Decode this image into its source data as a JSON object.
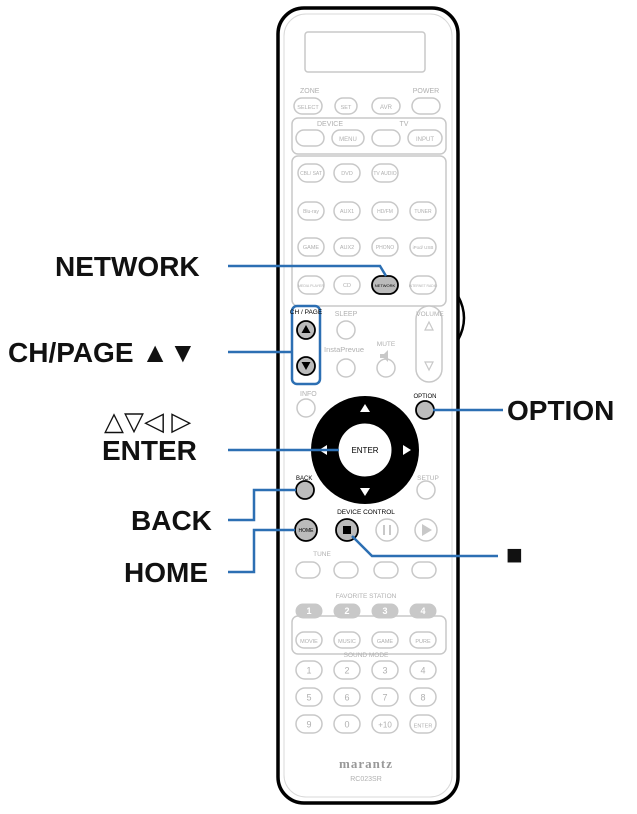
{
  "callouts": {
    "network": "NETWORK",
    "ch_page": "CH/PAGE ▲▼",
    "arrows": "△▽◁ ▷",
    "enter": "ENTER",
    "back": "BACK",
    "home": "HOME",
    "option": "OPTION",
    "stop": "■"
  },
  "remote": {
    "zone": "ZONE",
    "power": "POWER",
    "select": "SELECT",
    "set": "SET",
    "avr": "AVR",
    "device": "DEVICE",
    "tv": "TV",
    "menu": "MENU",
    "input": "INPUT",
    "cbl_sat": "CBL/ SAT",
    "dvd": "DVD",
    "tv_audio": "TV AUDIO",
    "bluray": "Blu-ray",
    "aux1": "AUX1",
    "hdradio": "HD/FM",
    "tuner": "TUNER",
    "game": "GAME",
    "aux2": "AUX2",
    "phono": "PHONO",
    "ipod_usb": "iPod/ USB",
    "media_player": "MEDIA PLAYER",
    "cd": "CD",
    "network": "NETWORK",
    "internet_radio": "INTERNET RADIO",
    "ch_page": "CH / PAGE",
    "sleep": "SLEEP",
    "volume": "VOLUME",
    "instaprevue": "InstaPrevue",
    "mute": "MUTE",
    "info": "INFO",
    "option": "OPTION",
    "enter": "ENTER",
    "back": "BACK",
    "setup": "SETUP",
    "device_control": "DEVICE CONTROL",
    "home": "HOME",
    "tune": "TUNE",
    "favorite_station": "FAVORITE STATION",
    "fav": [
      "1",
      "2",
      "3",
      "4"
    ],
    "movie": "MOVIE",
    "music": "MUSIC",
    "game_mode": "GAME",
    "pure": "PURE",
    "sound_mode": "SOUND MODE",
    "keypad": [
      "1",
      "2",
      "3",
      "4",
      "5",
      "6",
      "7",
      "8",
      "9",
      "0",
      "+10",
      "ENTER"
    ],
    "brand": "marantz",
    "model": "RC023SR"
  },
  "colors": {
    "leader": "#2c6fb3",
    "outline": "#000000",
    "faint": "#c8c8c8",
    "faint_text": "#b0b0b0",
    "highlight": "#bbbbbb",
    "dpad": "#000000"
  }
}
